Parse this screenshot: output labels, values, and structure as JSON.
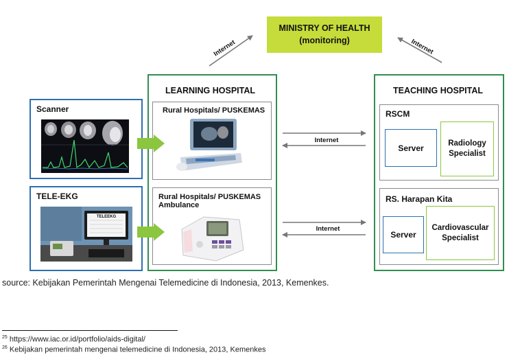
{
  "ministry": {
    "line1": "MINISTRY OF HEALTH",
    "line2": "(monitoring)"
  },
  "links": {
    "internet_left": "Internet",
    "internet_right": "Internet",
    "internet_mid1": "Internet",
    "internet_mid2": "Internet"
  },
  "sources": {
    "scanner": {
      "title": "Scanner",
      "image": "ct-scan-image"
    },
    "tele_ekg": {
      "title": "TELE-EKG",
      "image": "tele-ekg-device-image",
      "screen_text": "TELEEKG"
    }
  },
  "learning_hospital": {
    "title": "LEARNING HOSPITAL",
    "box1": {
      "title": "Rural Hospitals/ PUSKEMAS",
      "image": "ultrasound-machine-image"
    },
    "box2": {
      "title_line1": "Rural Hospitals/ PUSKEMAS",
      "title_line2": "Ambulance",
      "image": "ecg-machine-image"
    }
  },
  "teaching_hospital": {
    "title": "TEACHING HOSPITAL",
    "rscm": {
      "title": "RSCM",
      "server": "Server",
      "specialist_line1": "Radiology",
      "specialist_line2": "Specialist"
    },
    "harapan": {
      "title": "RS. Harapan Kita",
      "server": "Server",
      "specialist_line1": "Cardiovascular",
      "specialist_line2": "Specialist"
    }
  },
  "source_text": "source: Kebijakan Pemerintah Mengenai Telemedicine di Indonesia, 2013, Kemenkes.",
  "footnotes": [
    {
      "num": "25",
      "text": "https://www.iac.or.id/portfolio/aids-digital/"
    },
    {
      "num": "26",
      "text": "Kebijakan pemerintah mengenai telemedicine di Indonesia, 2013, Kemenkes"
    }
  ],
  "colors": {
    "ministry_fill": "#c5dc3a",
    "green_frame": "#2f8e4e",
    "blue_frame": "#2c6fb0",
    "arrow_green": "#8cc63e",
    "specialist_border": "#8cc63e"
  }
}
